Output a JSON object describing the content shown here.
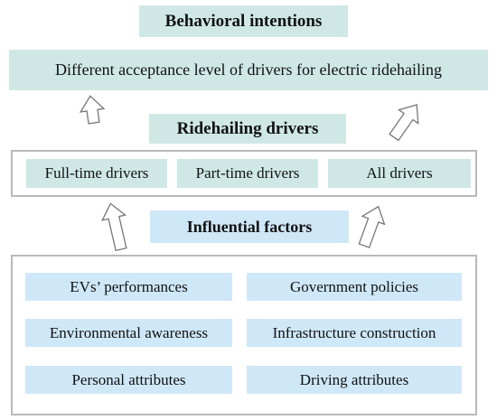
{
  "behavioral": {
    "title": "Behavioral intentions",
    "banner": "Different acceptance level of drivers for  electric ridehailing"
  },
  "drivers": {
    "title": "Ridehailing drivers",
    "items": [
      "Full-time drivers",
      "Part-time drivers",
      "All drivers"
    ]
  },
  "factors": {
    "title": "Influential factors",
    "items": [
      "EVs’ performances",
      "Government policies",
      "Environmental awareness",
      "Infrastructure construction",
      "Personal attributes",
      "Driving attributes"
    ]
  },
  "colors": {
    "teal": "#cfe8e6",
    "blue": "#cfe8f8",
    "frame_border": "#b9b9b9",
    "arrow_outline": "#777777"
  }
}
